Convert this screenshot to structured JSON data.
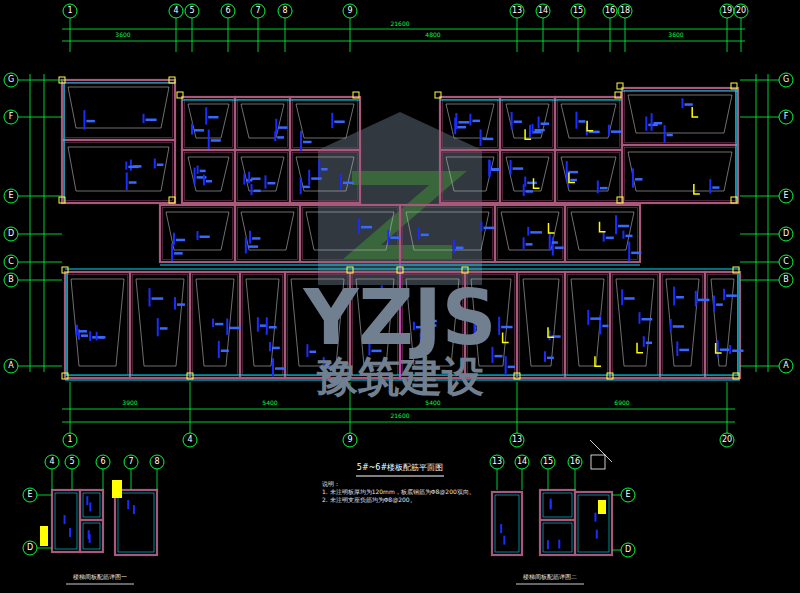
{
  "diagram": {
    "title": "5#~6#楼板配筋平面图",
    "labels": [
      "1",
      "4",
      "5",
      "6",
      "7",
      "8",
      "9",
      "13",
      "14",
      "15",
      "16",
      "18",
      "19",
      "20",
      "1",
      "4",
      "9",
      "13",
      "20",
      "G",
      "F",
      "E",
      "D",
      "C",
      "B",
      "A",
      "G",
      "F",
      "E",
      "D",
      "C",
      "B",
      "A",
      "21600",
      "3600",
      "4800",
      "3600",
      "21600",
      "3900",
      "5400",
      "5400",
      "6900",
      "说明：",
      "1. 未注明板厚均为120mm，板底钢筋为Φ8@200双向。",
      "2. 未注明支座负筋均为Φ8@200。",
      "4",
      "5",
      "6",
      "7",
      "8",
      "13",
      "14",
      "15",
      "16",
      "E",
      "D",
      "E",
      "D",
      "楼梯间板配筋详图一",
      "楼梯间板配筋详图二",
      "YZJS",
      "豫筑建设"
    ]
  }
}
